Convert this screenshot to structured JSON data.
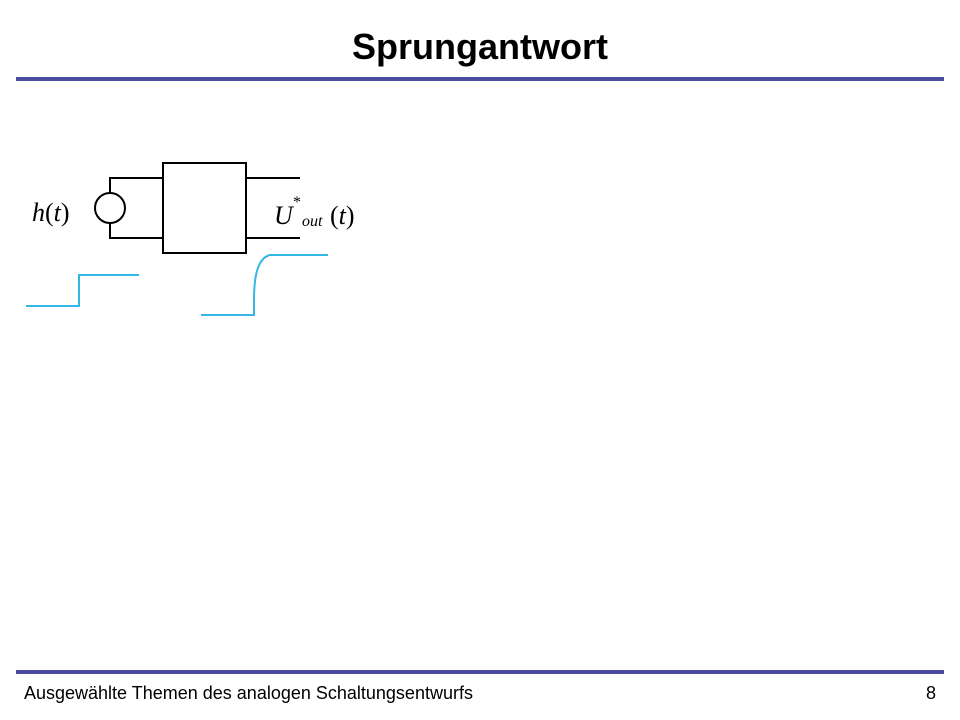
{
  "slide": {
    "title": "Sprungantwort",
    "footer": "Ausgewählte Themen des analogen Schaltungsentwurfs",
    "page_number": "8"
  },
  "diagram": {
    "input_label": {
      "fn": "h",
      "open_paren": "(",
      "var": "t",
      "close_paren": ")"
    },
    "output_label": {
      "fn": "U",
      "superscript": "*",
      "subscript": "out",
      "open_paren": "(",
      "var": "t",
      "close_paren": ")"
    }
  },
  "colors": {
    "accent_rule": "#4a4a9e",
    "waveform": "#33b5e5",
    "circuit": "#000000"
  }
}
